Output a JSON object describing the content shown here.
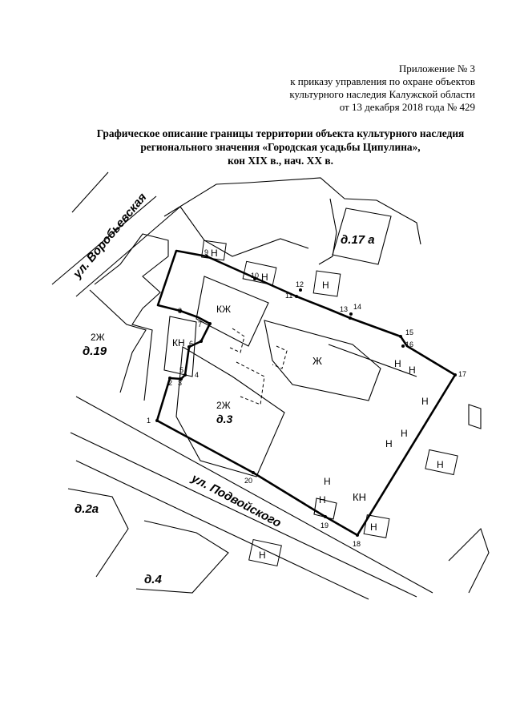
{
  "header": {
    "appendix_lines": [
      "Приложение № 3",
      "к приказу управления по охране  объектов",
      "культурного наследия Калужской области",
      "от 13 декабря 2018 года № 429"
    ],
    "title_lines": [
      "Графическое описание границы территории объекта культурного наследия",
      "регионального значения «Городская усадьбы Ципулина»,",
      "кон XIX в., нач. XX в."
    ]
  },
  "map": {
    "streets": {
      "vorobyevskaya": "ул. Воробьевская",
      "podvoyskogo": "ул. Подвойского"
    },
    "houses": {
      "d17a": "д.17 а",
      "d19": "д.19",
      "d3": "д.3",
      "d2a": "д.2а",
      "d4": "д.4"
    },
    "building_codes": {
      "kzh": "КЖ",
      "kn": "КН",
      "zh": "Ж",
      "two_zh": "2Ж",
      "n": "Н"
    },
    "boundary_points": [
      "1",
      "2",
      "3",
      "4",
      "5",
      "6",
      "7",
      "8",
      "9",
      "10",
      "11",
      "12",
      "13",
      "14",
      "15",
      "16",
      "17",
      "18",
      "19",
      "20"
    ]
  }
}
